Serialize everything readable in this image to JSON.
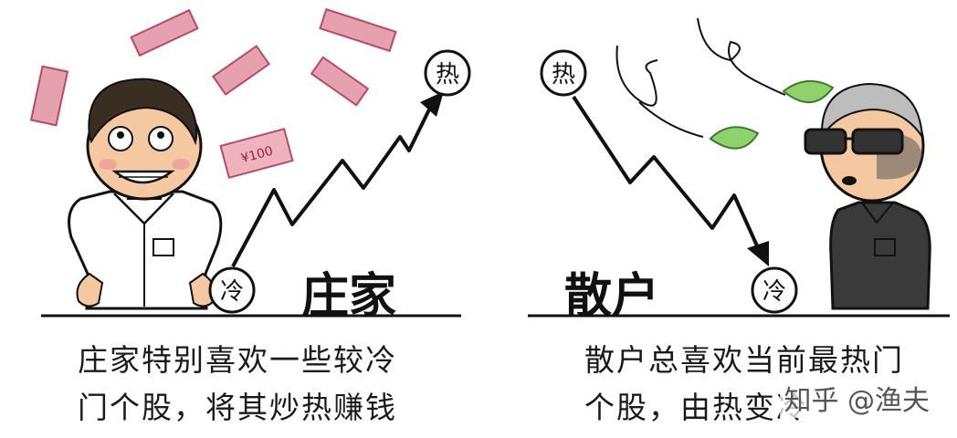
{
  "left": {
    "title": "庄家",
    "hot": "热",
    "cold": "冷",
    "caption_line1": "庄家特别喜欢一些较冷",
    "caption_line2": "门个股，将其炒热赚钱",
    "banknote_text": "¥100"
  },
  "right": {
    "title": "散户",
    "hot": "热",
    "cold": "冷",
    "caption_line1": "散户总喜欢当前最热门",
    "caption_line2": "个股，由热变冷"
  },
  "watermark": "知乎 @渔夫",
  "colors": {
    "ink": "#111111",
    "money": "#d9788c",
    "money_dark": "#b84a63",
    "leaf": "#8fd16a",
    "skin": "#f4c8a0"
  }
}
